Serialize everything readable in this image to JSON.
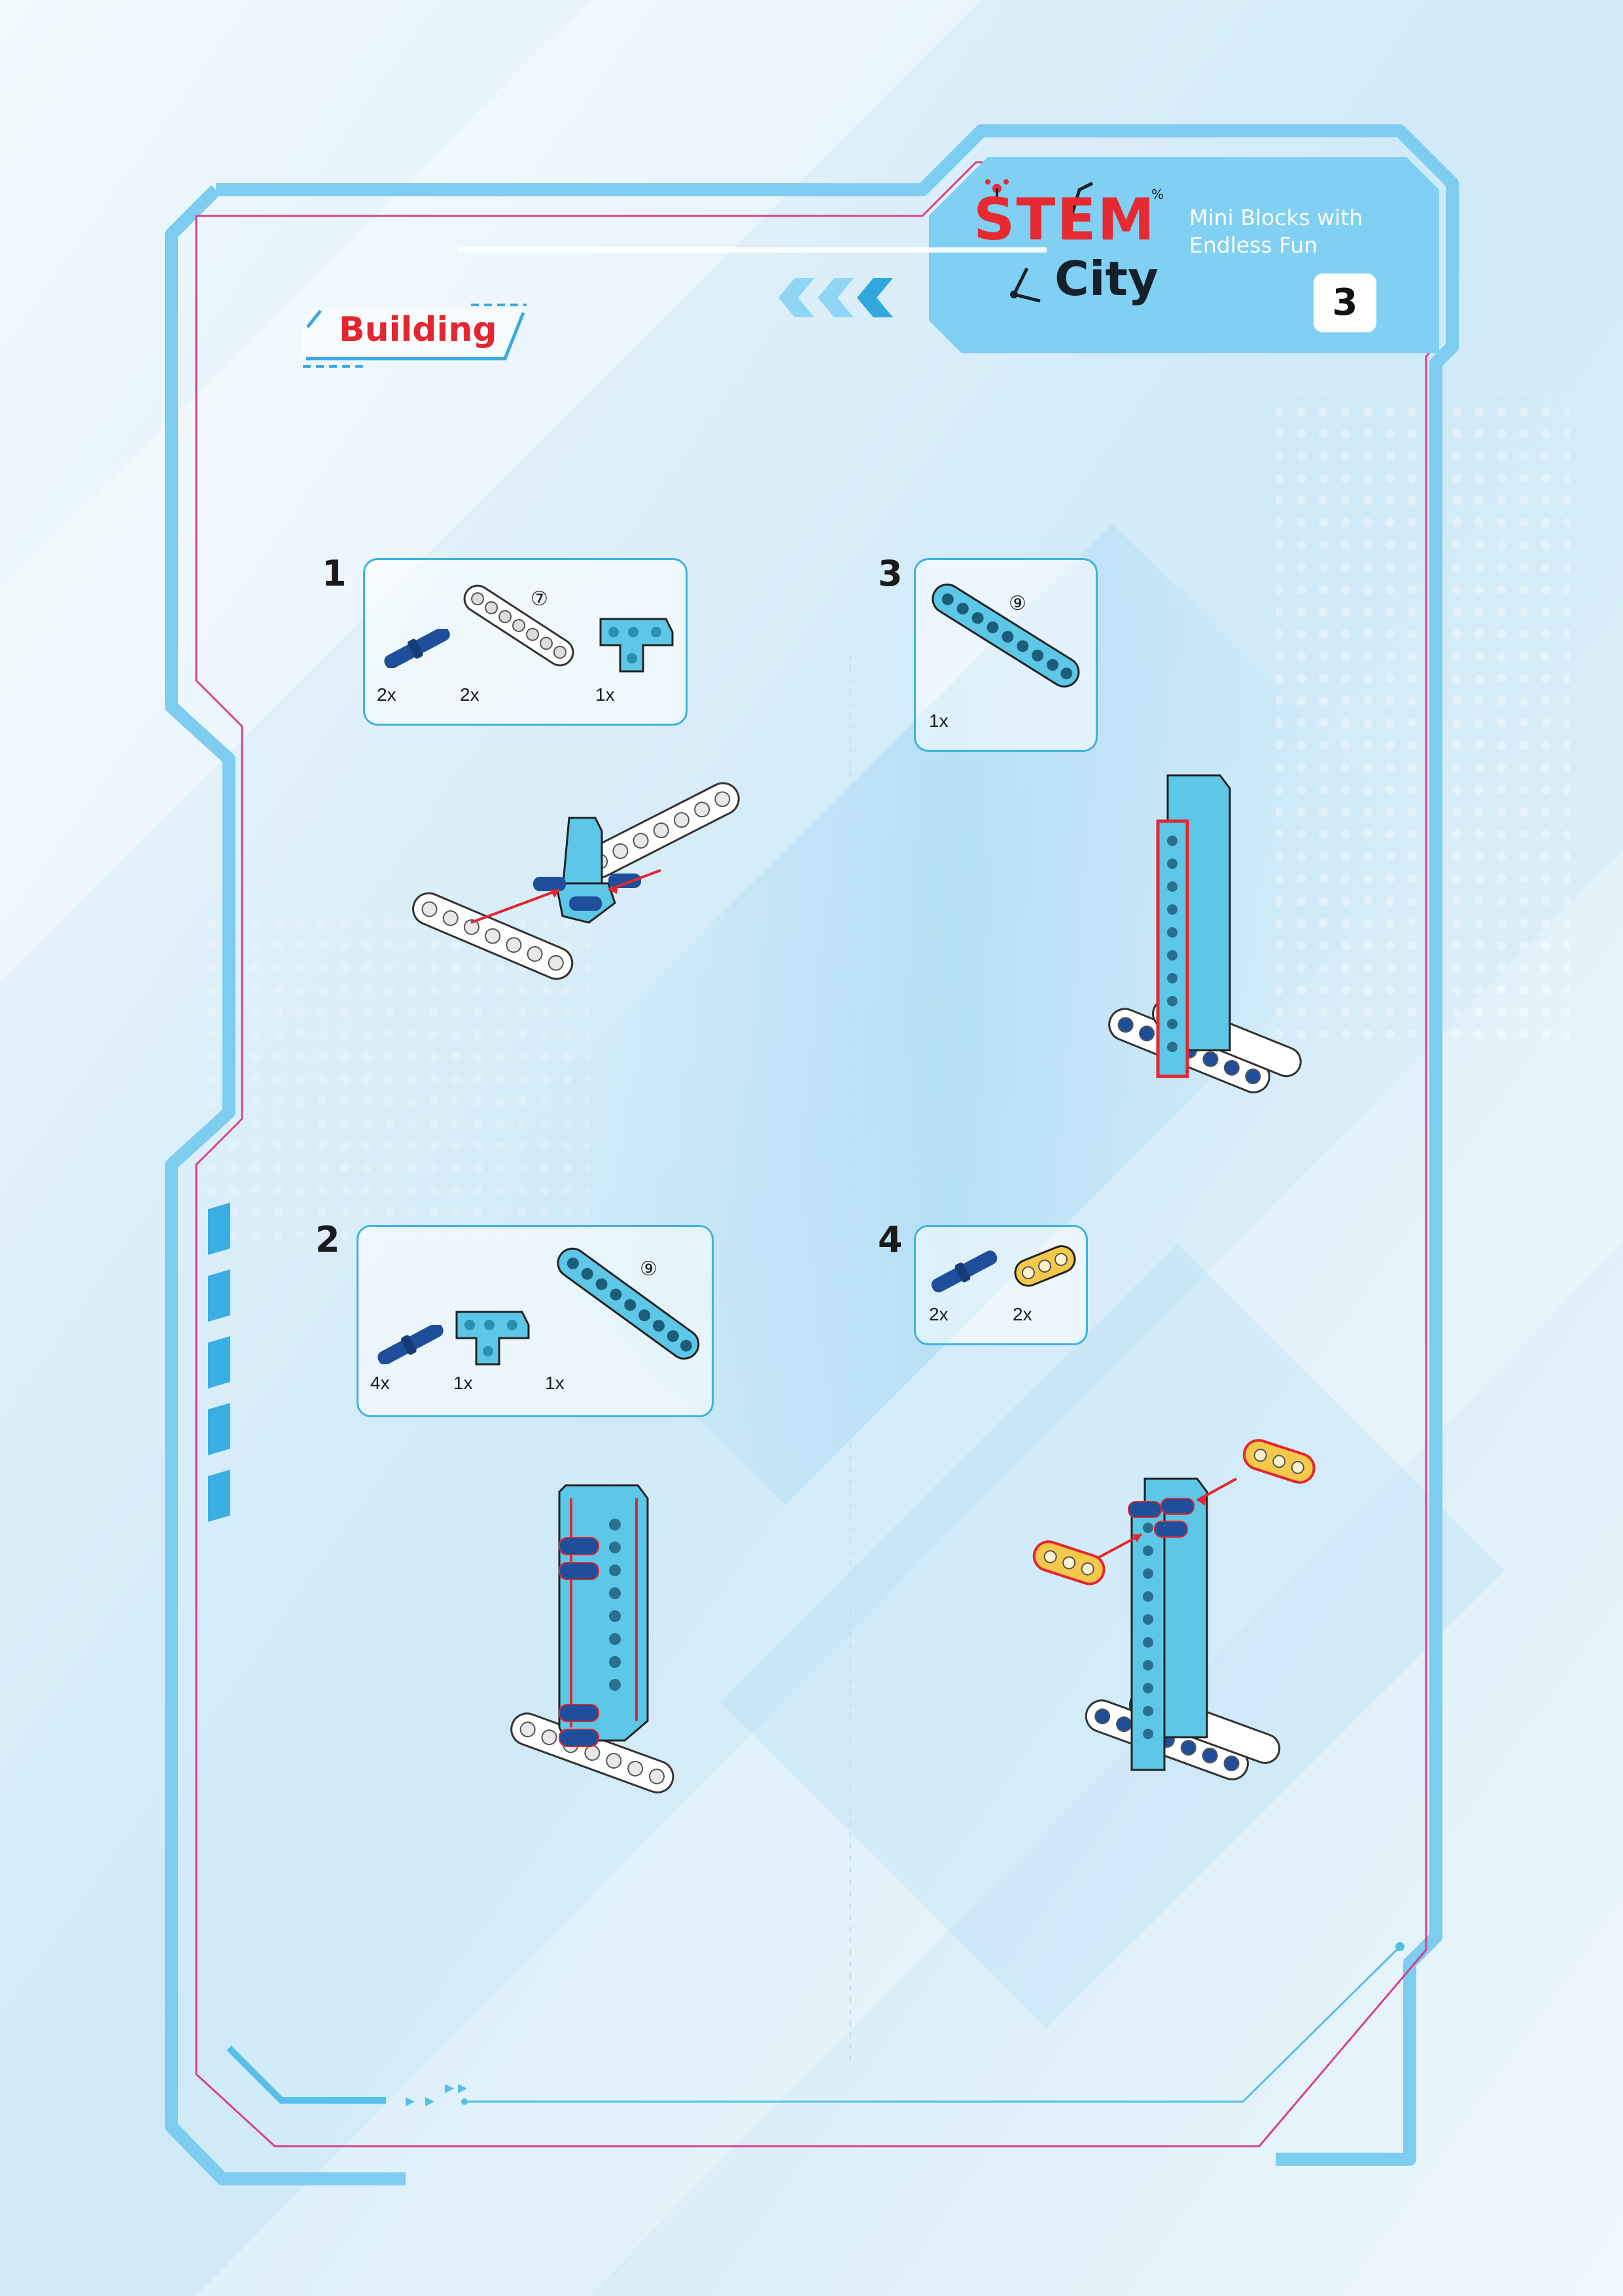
{
  "header": {
    "brand_stem": "STEM",
    "brand_city": "City",
    "tagline": "Mini Blocks with Endless Fun",
    "page_number": "3"
  },
  "section": {
    "label": "Building"
  },
  "colors": {
    "frame_blue": "#6fc6ee",
    "frame_pink": "#d7418a",
    "accent_red": "#e3262f",
    "part_cyan": "#5cc7e6",
    "part_navy": "#1f4f9a",
    "part_yellow": "#f4c84a",
    "part_white": "#ffffff"
  },
  "steps": [
    {
      "number": "1",
      "parts": [
        {
          "icon": "pin-connector-icon",
          "qty": "2x"
        },
        {
          "icon": "white-beam-7-icon",
          "qty": "2x",
          "size_label": "⑦"
        },
        {
          "icon": "cyan-t-beam-icon",
          "qty": "1x"
        }
      ]
    },
    {
      "number": "2",
      "parts": [
        {
          "icon": "pin-connector-icon",
          "qty": "4x"
        },
        {
          "icon": "cyan-t-beam-icon",
          "qty": "1x"
        },
        {
          "icon": "cyan-beam-9-icon",
          "qty": "1x",
          "size_label": "⑨"
        }
      ]
    },
    {
      "number": "3",
      "parts": [
        {
          "icon": "cyan-beam-9-icon",
          "qty": "1x",
          "size_label": "⑨"
        }
      ]
    },
    {
      "number": "4",
      "parts": [
        {
          "icon": "pin-connector-icon",
          "qty": "2x"
        },
        {
          "icon": "yellow-beam-3-icon",
          "qty": "2x"
        }
      ]
    }
  ]
}
